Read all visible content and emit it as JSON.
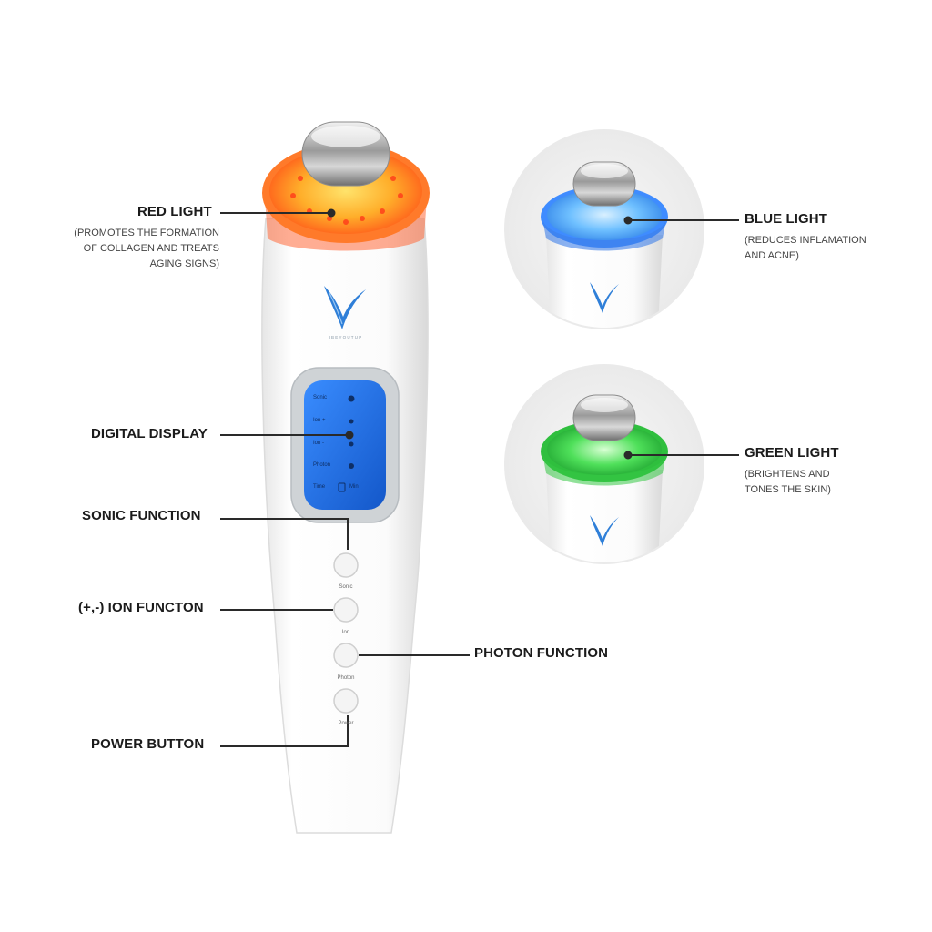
{
  "callouts": {
    "red_light": {
      "title": "RED LIGHT",
      "description": "(PROMOTES THE FORMATION\nOF COLLAGEN AND TREATS\nAGING SIGNS)"
    },
    "blue_light": {
      "title": "BLUE LIGHT",
      "description": "(REDUCES INFLAMATION\nAND ACNE)"
    },
    "green_light": {
      "title": "GREEN LIGHT",
      "description": "(BRIGHTENS AND\nTONES THE SKIN)"
    },
    "digital_display": {
      "title": "DIGITAL DISPLAY"
    },
    "sonic_function": {
      "title": "SONIC FUNCTION"
    },
    "ion_function": {
      "title": "(+,-) ION FUNCTON"
    },
    "photon_function": {
      "title": "PHOTON FUNCTION"
    },
    "power_button": {
      "title": "POWER BUTTON"
    }
  },
  "device": {
    "brand_text": "IBEYOUTUP",
    "display": {
      "row1": "Sonic",
      "row2": "Ion +",
      "row3": "Ion -",
      "row4": "Photon",
      "row5": "Time",
      "row5_value": "Min"
    },
    "buttons": {
      "sonic": "Sonic",
      "ion": "Ion",
      "photon": "Photon",
      "power": "Power"
    }
  },
  "colors": {
    "red_light": "#ff8a1a",
    "blue_light": "#4aa8ff",
    "green_light": "#2ecc40",
    "display_blue": "#1f6fe0",
    "logo_blue": "#2f7fd8",
    "line": "#2a2a2a"
  }
}
